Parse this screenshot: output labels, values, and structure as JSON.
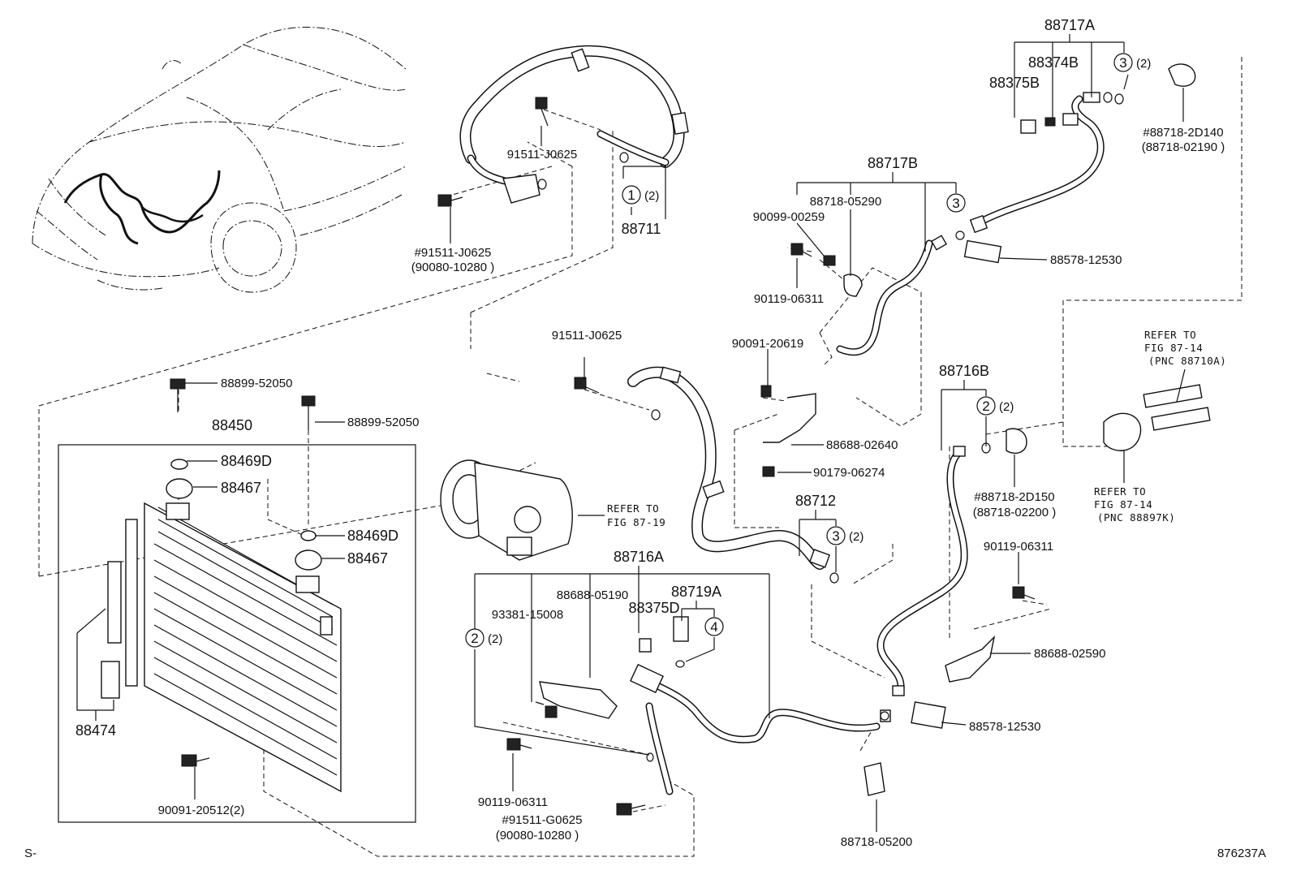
{
  "labels": {
    "p88717A": "88717A",
    "p88374B": "88374B",
    "p88375B": "88375B",
    "p3_top": "3",
    "p3_top_qty": "(2)",
    "p88718_2D140": "#88718-2D140",
    "p88718_02190": "(88718-02190 )",
    "p91511_J0625_a": "91511-J0625",
    "p1": "1",
    "p1_qty": "(2)",
    "p88711": "88711",
    "p91511_J0625_b": "#91511-J0625",
    "p90080_10280_a": "(90080-10280 )",
    "p88717B": "88717B",
    "p88718_05290": "88718-05290",
    "p90099_00259": "90099-00259",
    "p3_mid": "3",
    "p90119_06311_a": "90119-06311",
    "p88578_12530_a": "88578-12530",
    "p91511_J0625_c": "91511-J0625",
    "p90091_20619": "90091-20619",
    "p88716B": "88716B",
    "p2_b": "2",
    "p2_b_qty": "(2)",
    "p88899_52050_a": "88899-52050",
    "p88899_52050_b": "88899-52050",
    "p88450": "88450",
    "p88469D_a": "88469D",
    "p88467_a": "88467",
    "p88469D_b": "88469D",
    "p88467_b": "88467",
    "p88688_02640": "88688-02640",
    "p90179_06274": "90179-06274",
    "p88712": "88712",
    "p3_low": "3",
    "p3_low_qty": "(2)",
    "p88718_2D150": "#88718-2D150",
    "p88718_02200": "(88718-02200 )",
    "p88716A": "88716A",
    "p88688_05190": "88688-05190",
    "p93381_15008": "93381-15008",
    "p88375D": "88375D",
    "p88719A": "88719A",
    "p4": "4",
    "p2_a": "2",
    "p2_a_qty": "(2)",
    "p90119_06311_b": "90119-06311",
    "p88688_02590": "88688-02590",
    "p88474": "88474",
    "p88578_12530_b": "88578-12530",
    "p90119_06311_c": "90119-06311",
    "p91511_G0625": "#91511-G0625",
    "p90080_10280_b": "(90080-10280 )",
    "p90091_20512": "90091-20512(2)",
    "p88718_05200": "88718-05200",
    "refer_fig_87_19_l1": "REFER TO",
    "refer_fig_87_19_l2": "FIG 87-19",
    "refer_tr_l1": "REFER TO",
    "refer_tr_l2": "FIG 87-14",
    "refer_tr_l3": "(PNC 88710A)",
    "refer_br_l1": "REFER TO",
    "refer_br_l2": "FIG 87-14",
    "refer_br_l3": "(PNC 88897K)",
    "corner_left": "S-",
    "diagram_id": "876237A"
  }
}
